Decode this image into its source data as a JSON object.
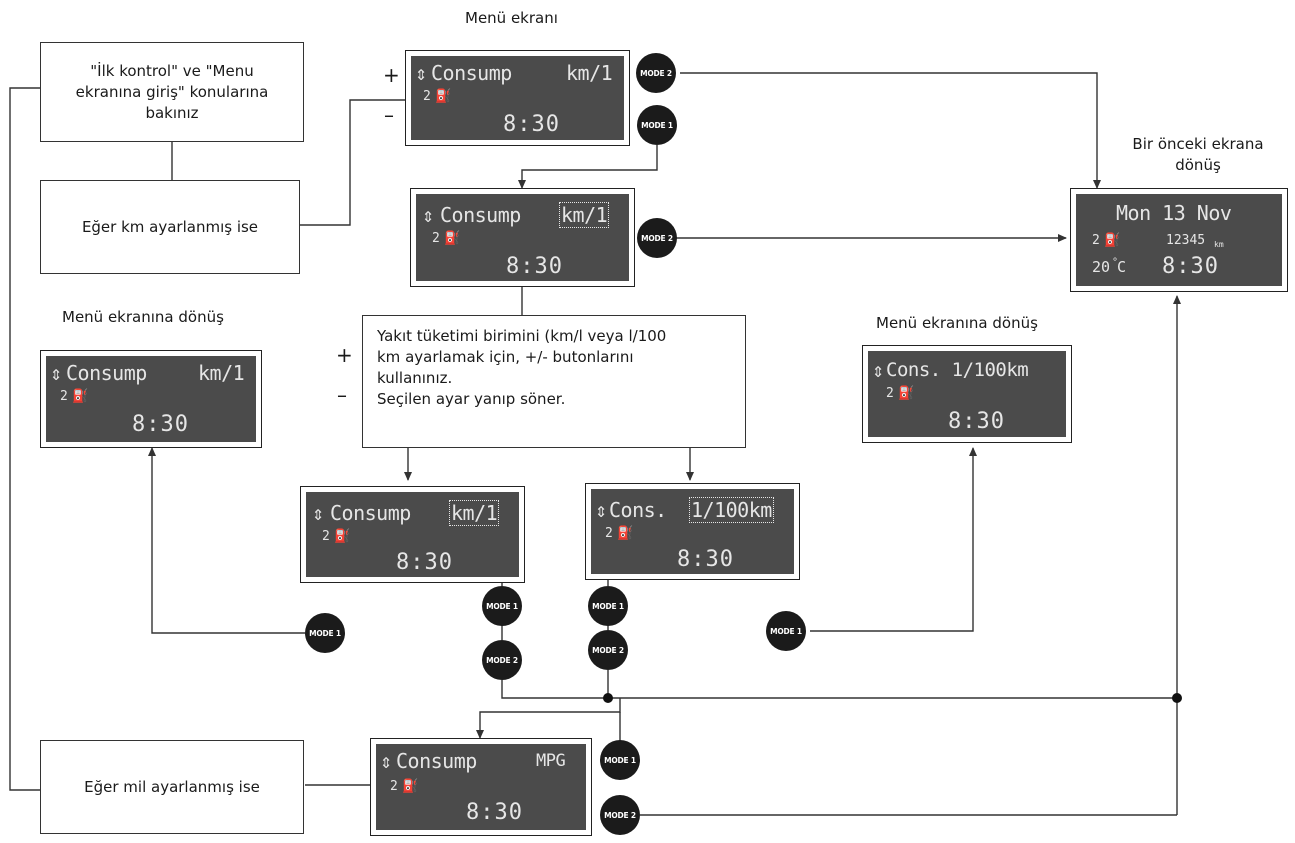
{
  "labels": {
    "menu_screen": "Menü ekranı",
    "return_menu_left": "Menü ekranına dönüş",
    "return_menu_right": "Menü ekranına dönüş",
    "previous_screen": "Bir önceki ekrana\ndönüş"
  },
  "boxes": {
    "see_topics": "\"İlk kontrol\" ve \"Menu\nekranına giriş\" konularına\nbakınız",
    "if_km": "Eğer km ayarlanmış ise",
    "if_mile": "Eğer mil ayarlanmış ise",
    "instruction": "Yakıt tüketimi birimini (km/l veya l/100\nkm ayarlamak için, +/- butonlarını\nkullanınız.\nSeçilen ayar yanıp söner."
  },
  "signs": {
    "plus": "+",
    "minus": "–"
  },
  "displays": {
    "top": {
      "title": "Consump",
      "unit": "km/1",
      "fuel": "2",
      "time": "8:30"
    },
    "second": {
      "title": "Consump",
      "unit": "km/1",
      "fuel": "2",
      "time": "8:30"
    },
    "left": {
      "title": "Consump",
      "unit": "km/1",
      "fuel": "2",
      "time": "8:30"
    },
    "mid_km": {
      "title": "Consump",
      "unit": "km/1",
      "fuel": "2",
      "time": "8:30"
    },
    "mid_l100": {
      "title": "Cons.",
      "unit": "1/100km",
      "fuel": "2",
      "time": "8:30"
    },
    "right": {
      "title": "Cons. 1/100km",
      "fuel": "2",
      "time": "8:30"
    },
    "date": {
      "line1": "Mon 13 Nov",
      "fuel": "2",
      "odo": "12345",
      "odo_unit": "km",
      "temp": "20",
      "temp_unit": "C",
      "time": "8:30"
    },
    "mpg": {
      "title": "Consump",
      "unit": "MPG",
      "fuel": "2",
      "time": "8:30"
    }
  },
  "buttons": {
    "mode1": "MODE 1",
    "mode2": "MODE 2"
  },
  "colors": {
    "lcd_bg": "#4b4b4b",
    "lcd_text": "#e6e6e6",
    "button": "#1b1b1b",
    "line": "#333333"
  },
  "icons": {
    "arrows": "up-down-arrows-icon",
    "fuel": "fuel-pump-icon"
  }
}
